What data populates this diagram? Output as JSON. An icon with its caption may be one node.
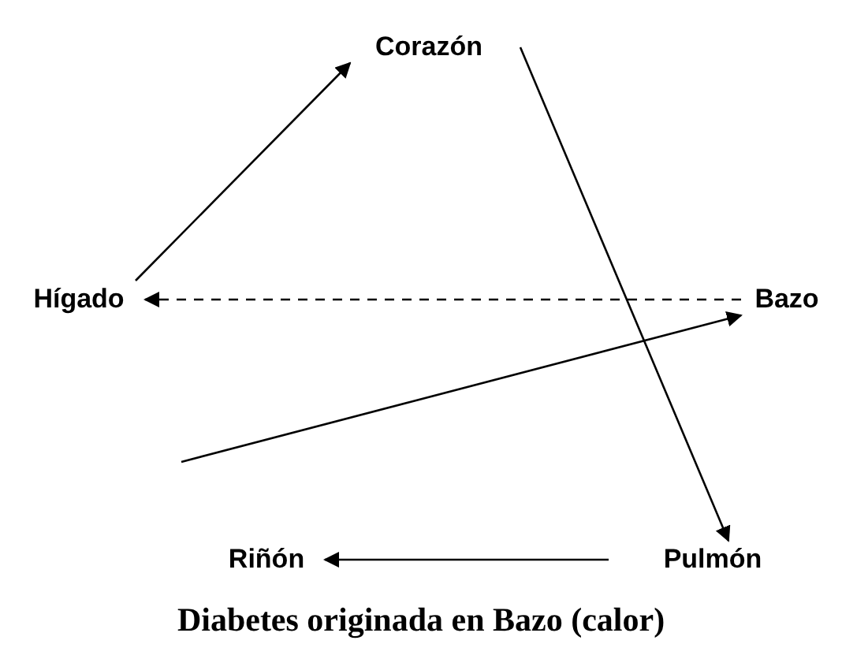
{
  "diagram": {
    "caption": "Diabetes originada en Bazo (calor)",
    "nodes": [
      {
        "text": [
          "Corazón"
        ]
      },
      {
        "text": [
          "Hígado"
        ]
      },
      {
        "text": [
          "Bazo"
        ]
      },
      {
        "text": [
          "Riñón"
        ]
      },
      {
        "text": [
          "Pulmón"
        ]
      }
    ],
    "edges": [
      {
        "from": 1,
        "to": 0,
        "arrow": "to"
      },
      {
        "from": 0,
        "to": 4,
        "arrow": "to"
      },
      {
        "from": 2,
        "to": 1,
        "arrow": "to",
        "style": "dashed"
      },
      {
        "from": 3,
        "to": 2,
        "arrow": "to"
      },
      {
        "from": 4,
        "to": 3,
        "arrow": "to"
      }
    ]
  }
}
